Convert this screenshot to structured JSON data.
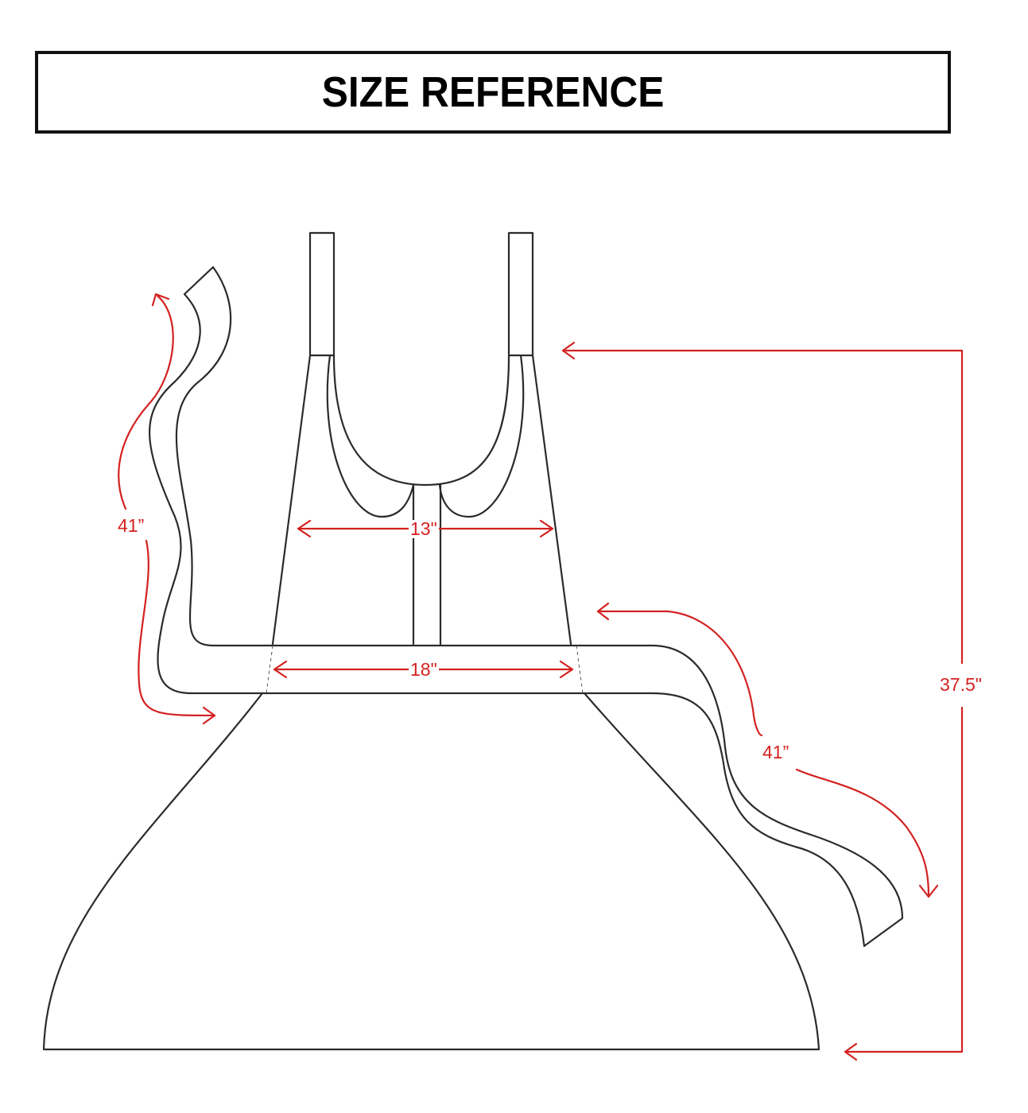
{
  "header": {
    "title": "SIZE REFERENCE"
  },
  "colors": {
    "outline": "#2b2b2b",
    "dimension": "#d42121",
    "background": "#ffffff",
    "title_border": "#111111"
  },
  "dimensions": {
    "left_tie_length": "41”",
    "chest_width": "13\"",
    "waist_width": "18\"",
    "right_tie_length": "41”",
    "total_length": "37.5\""
  },
  "diagram": {
    "subject": "apron",
    "parts": [
      "neck-strap-left",
      "neck-strap-right",
      "bib",
      "waistband",
      "left-tie",
      "right-tie",
      "skirt"
    ]
  }
}
